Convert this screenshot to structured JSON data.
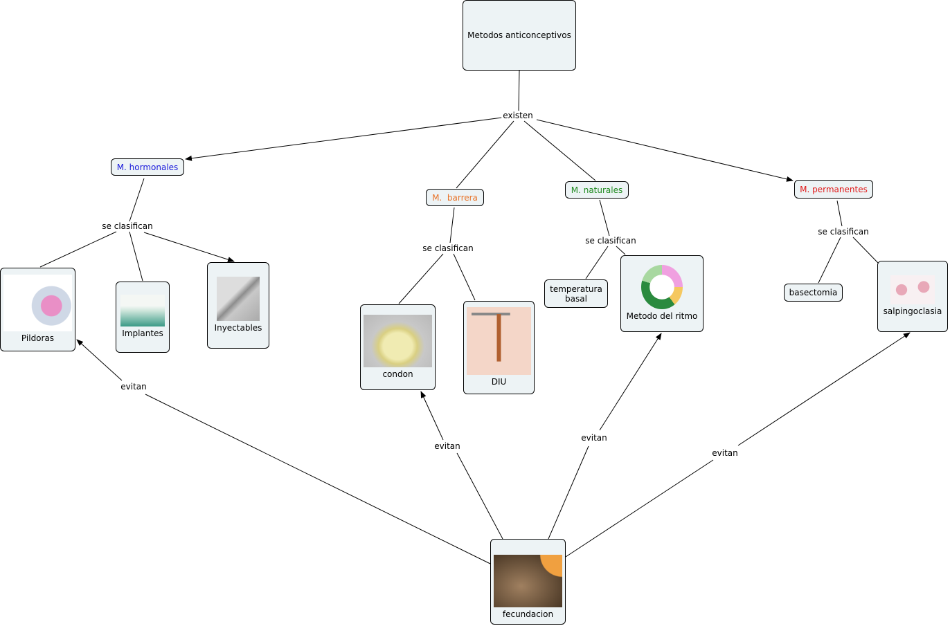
{
  "root": {
    "label": "Metodos anticonceptivos"
  },
  "linking": {
    "existen": "existen",
    "se_clasifican": "se clasifican",
    "evitan": "evitan"
  },
  "categories": {
    "hormonales": {
      "label": "M. hormonales",
      "color": "#1a1adb"
    },
    "barrera": {
      "label": "M.  barrera",
      "color": "#e8742a"
    },
    "naturales": {
      "label": "M. naturales",
      "color": "#1f8a1f"
    },
    "permanentes": {
      "label": "M. permanentes",
      "color": "#e01818"
    }
  },
  "methods": {
    "pildoras": "Pildoras",
    "implantes": "Implantes",
    "inyectables": "Inyectables",
    "condon": "condon",
    "diu": "DIU",
    "temperatura": "temperatura basal",
    "ritmo": "Metodo del ritmo",
    "basectomia": "basectomia",
    "salpingoclasia": "salpingoclasia"
  },
  "fecundacion": "fecundacion"
}
